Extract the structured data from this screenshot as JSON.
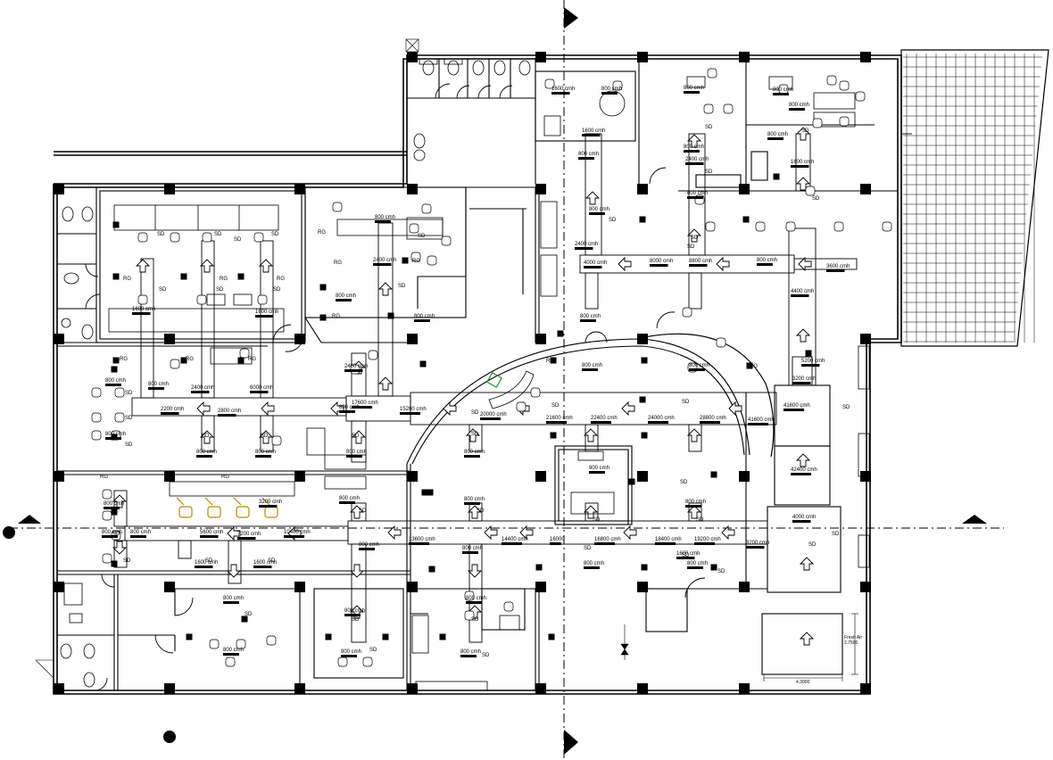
{
  "drawing": {
    "airflow_labels": [
      {
        "id": "af-1",
        "text": "800 cmh"
      },
      {
        "id": "af-2",
        "text": "2400 cmh"
      },
      {
        "id": "af-3",
        "text": "800 cmh"
      },
      {
        "id": "af-4",
        "text": "1600 cmh"
      },
      {
        "id": "af-5",
        "text": "1600 cmh"
      },
      {
        "id": "af-6",
        "text": "800 cmh"
      },
      {
        "id": "af-7",
        "text": "800 cmh"
      },
      {
        "id": "af-8",
        "text": "2400 cmh"
      },
      {
        "id": "af-9",
        "text": "2400 cmh"
      },
      {
        "id": "af-10",
        "text": "6000 cmh"
      },
      {
        "id": "af-11",
        "text": "2200 cmh"
      },
      {
        "id": "af-12",
        "text": "2800 cmh"
      },
      {
        "id": "af-13",
        "text": "17600 cmh"
      },
      {
        "id": "af-14",
        "text": "15200 cmh"
      },
      {
        "id": "af-15",
        "text": "20000 cmh"
      },
      {
        "id": "af-16",
        "text": "21600 cmh"
      },
      {
        "id": "af-17",
        "text": "22400 cmh"
      },
      {
        "id": "af-18",
        "text": "24000 cmh"
      },
      {
        "id": "af-19",
        "text": "28800 cmh"
      },
      {
        "id": "af-20",
        "text": "41600 cmh"
      },
      {
        "id": "af-21",
        "text": "41600 cmh"
      },
      {
        "id": "af-22",
        "text": "42400 cmh"
      },
      {
        "id": "af-23",
        "text": "4000 cmh"
      },
      {
        "id": "af-24",
        "text": "5600 cmh"
      },
      {
        "id": "af-25",
        "text": "7200 cmh"
      },
      {
        "id": "af-26",
        "text": "10400 cmh"
      },
      {
        "id": "af-27",
        "text": "13600 cmh"
      },
      {
        "id": "af-28",
        "text": "14400 cmh"
      },
      {
        "id": "af-29",
        "text": "16000"
      },
      {
        "id": "af-30",
        "text": "16800 cmh"
      },
      {
        "id": "af-31",
        "text": "18400 cmh"
      },
      {
        "id": "af-32",
        "text": "19200 cmh"
      },
      {
        "id": "af-33",
        "text": "3200 cmh"
      },
      {
        "id": "af-34",
        "text": "4000 cmh"
      },
      {
        "id": "af-35",
        "text": "8000 cmh"
      },
      {
        "id": "af-36",
        "text": "8800 cmh"
      },
      {
        "id": "af-37",
        "text": "800 cmh"
      },
      {
        "id": "af-38",
        "text": "3600 cmh"
      },
      {
        "id": "af-39",
        "text": "4400 cmh"
      },
      {
        "id": "af-40",
        "text": "5200 cmh"
      },
      {
        "id": "af-41",
        "text": "3200 cmh"
      },
      {
        "id": "af-42",
        "text": "1600 cmh"
      },
      {
        "id": "af-43",
        "text": "1600 cmh"
      },
      {
        "id": "af-44",
        "text": "800 cmh"
      },
      {
        "id": "af-45",
        "text": "800 cmh"
      },
      {
        "id": "af-46",
        "text": "800 cmh"
      },
      {
        "id": "af-47",
        "text": "800 cmh"
      },
      {
        "id": "af-48",
        "text": "800 cmh"
      },
      {
        "id": "af-49",
        "text": "1600 cmh"
      },
      {
        "id": "af-50",
        "text": "800 cmh"
      },
      {
        "id": "af-51",
        "text": "800 cmh"
      },
      {
        "id": "af-52",
        "text": "800 cmh"
      },
      {
        "id": "af-53",
        "text": "800 cmh"
      },
      {
        "id": "af-54",
        "text": "800 cmh"
      },
      {
        "id": "af-55",
        "text": "800 cmh"
      },
      {
        "id": "af-56",
        "text": "800 cmh"
      },
      {
        "id": "af-57",
        "text": "800 cmh"
      },
      {
        "id": "af-58",
        "text": "800 cmh"
      },
      {
        "id": "af-59",
        "text": "800 cmh"
      },
      {
        "id": "af-60",
        "text": "1600 cmh"
      },
      {
        "id": "af-61",
        "text": "1600 cmh"
      },
      {
        "id": "af-62",
        "text": "800 cmh"
      },
      {
        "id": "af-63",
        "text": "800 cmh"
      },
      {
        "id": "af-64",
        "text": "800 cmh"
      },
      {
        "id": "af-65",
        "text": "800 cmh"
      },
      {
        "id": "af-66",
        "text": "800 cmh"
      },
      {
        "id": "af-67",
        "text": "800 cmh"
      },
      {
        "id": "af-68",
        "text": "800 cmh"
      },
      {
        "id": "af-69",
        "text": "800 cmh"
      },
      {
        "id": "af-70",
        "text": "800 cmh"
      },
      {
        "id": "af-71",
        "text": "800 cmh"
      },
      {
        "id": "af-72",
        "text": "800 cmh"
      },
      {
        "id": "af-73",
        "text": "800 cmh"
      },
      {
        "id": "af-74",
        "text": "800 cmh"
      },
      {
        "id": "af-75",
        "text": "800 cmh"
      },
      {
        "id": "af-76",
        "text": "800 cmh"
      },
      {
        "id": "af-77",
        "text": "3200 cmh"
      },
      {
        "id": "af-78",
        "text": "2400 cmh"
      },
      {
        "id": "af-79",
        "text": "800 cmh"
      },
      {
        "id": "af-80",
        "text": "2400 cmh"
      },
      {
        "id": "af-81",
        "text": "800 cmh"
      },
      {
        "id": "af-82",
        "text": "800 cmh"
      },
      {
        "id": "af-83",
        "text": "1600 cmh"
      },
      {
        "id": "af-84",
        "text": "800 cmh"
      },
      {
        "id": "af-85",
        "text": "800 cmh"
      },
      {
        "id": "af-86",
        "text": "800 cmh"
      }
    ],
    "symbol_labels": {
      "supply_diffuser": "SD",
      "return_grille": "RG"
    },
    "dimensions": {
      "width": "4.3000",
      "height": "2.7500",
      "fresh_air": "Fresh Air"
    },
    "colors": {
      "line": "#000000",
      "background": "#ffffff",
      "chair_highlight": "#b58a00",
      "reception_highlight": "#2a8a2a"
    }
  }
}
